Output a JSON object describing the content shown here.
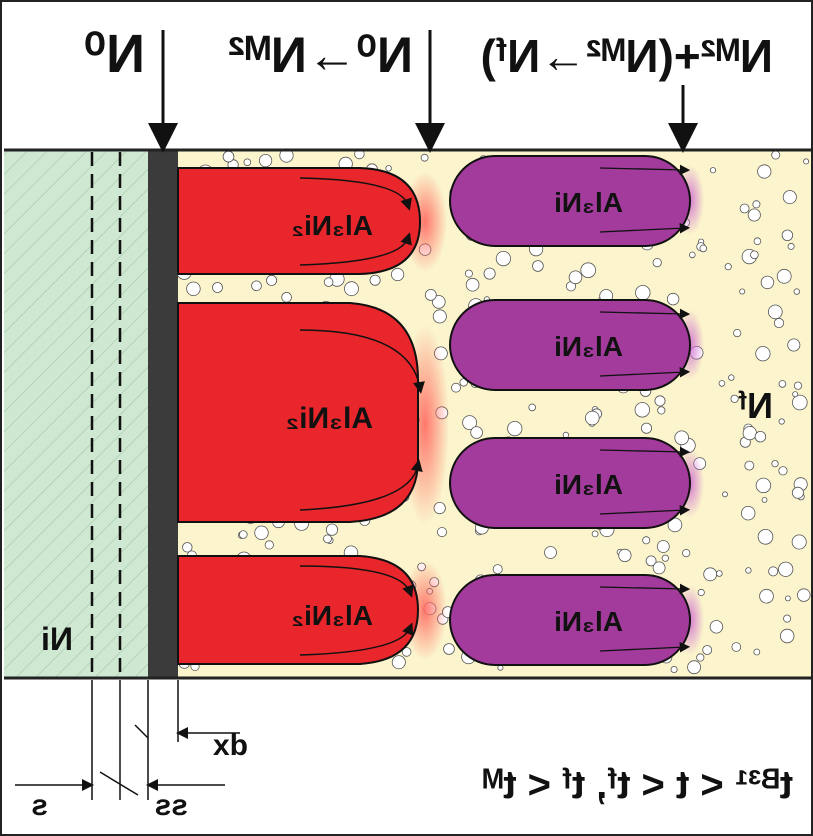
{
  "diagram": {
    "top_labels": {
      "left": "N⁰",
      "middle": "N⁰→Nᴹ²",
      "right": "Nᴹ²+(Nᴹ²→Nᶠ)"
    },
    "red_grain_label": "Al₃Ni₂",
    "purple_grain_label": "Al₃Ni",
    "region_label_right": "Nᶠ",
    "region_label_left": "Ni",
    "dim_labels": {
      "s": "s",
      "ss": "ss",
      "dx": "dx"
    },
    "condition_text": "tᴮ³¹ < t < tᶠ,  tᶠ < tᴹ",
    "colors": {
      "ni_region": "#cfe8d2",
      "melt": "#fbf4cc",
      "red_grain": "#e8262b",
      "purple_grain": "#a23b9b",
      "interface_layer": "#3b3b3b"
    }
  }
}
